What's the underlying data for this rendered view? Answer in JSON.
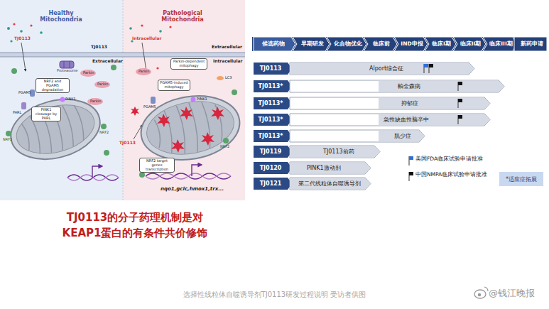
{
  "diagram": {
    "caption": "选择性线粒体自噬诱导剂TJ0113研发过程说明 受访者供图",
    "nodes": [
      {
        "text": [
          "NRF2 and PGAM5 degradation"
        ]
      },
      {
        "text": [
          "PINK1 cleavage by PARL"
        ]
      },
      {
        "text": [
          "Parkin-dependent mitophagy"
        ]
      },
      {
        "text": [
          "PGAM5-induced mitophagy"
        ]
      },
      {
        "text": [
          "NRF2 target genes transcription"
        ]
      },
      {
        "text": [
          "候选药物"
        ]
      },
      {
        "text": [
          "早期研发"
        ]
      },
      {
        "text": [
          "化合物优化"
        ]
      },
      {
        "text": [
          "临床前"
        ]
      },
      {
        "text": [
          "IND申报"
        ]
      },
      {
        "text": [
          "临床I期"
        ]
      },
      {
        "text": [
          "临床II期"
        ]
      },
      {
        "text": [
          "临床III期"
        ]
      },
      {
        "text": [
          "新药申请"
        ]
      },
      {
        "text": [
          "TJ0113"
        ]
      },
      {
        "text": [
          "Alport综合征"
        ]
      },
      {
        "text": [
          "TJ0113*"
        ]
      },
      {
        "text": [
          "帕金森病"
        ]
      },
      {
        "text": [
          "TJ0113*"
        ]
      },
      {
        "text": [
          "抑郁症"
        ]
      },
      {
        "text": [
          "TJ0113*"
        ]
      },
      {
        "text": [
          "急性缺血性脑卒中"
        ]
      },
      {
        "text": [
          "TJ0113*"
        ]
      },
      {
        "text": [
          "肌少症"
        ]
      },
      {
        "text": [
          "TJ0119"
        ]
      },
      {
        "text": [
          "TJ0113前药"
        ]
      },
      {
        "text": [
          "TJ0120"
        ]
      },
      {
        "text": [
          "PINK1激动剂"
        ]
      },
      {
        "text": [
          "TJ0121"
        ]
      },
      {
        "text": [
          "第二代线粒体自噬诱导剂"
        ]
      },
      {
        "text": [
          "*适应症拓展"
        ]
      }
    ],
    "labels": [
      "Healthy Mitochondria",
      "Pathological Mitochondria",
      "TJ0113",
      "TJ0113",
      "Extracellular",
      "Intracellular",
      "Extracellular",
      "Intracellular",
      "Proteasome",
      "Parkin",
      "Parkin",
      "Parkin",
      "PGAM5",
      "PARL",
      "PINK1",
      "NRF2",
      "NRF2",
      "Parkin",
      "PINK1",
      "LC3",
      "PGAM5",
      "TJ0113",
      "NRF2",
      "nqo1,gclc,hmox1,trx...",
      "TJ0113的分子药理机制是对 KEAP1蛋白的有条件共价修饰",
      "@钱江晚报"
    ],
    "legend": [
      {
        "text": "美国FDA临床试验申请批准"
      },
      {
        "text": "中国NMPA临床试验申请批准"
      }
    ]
  }
}
